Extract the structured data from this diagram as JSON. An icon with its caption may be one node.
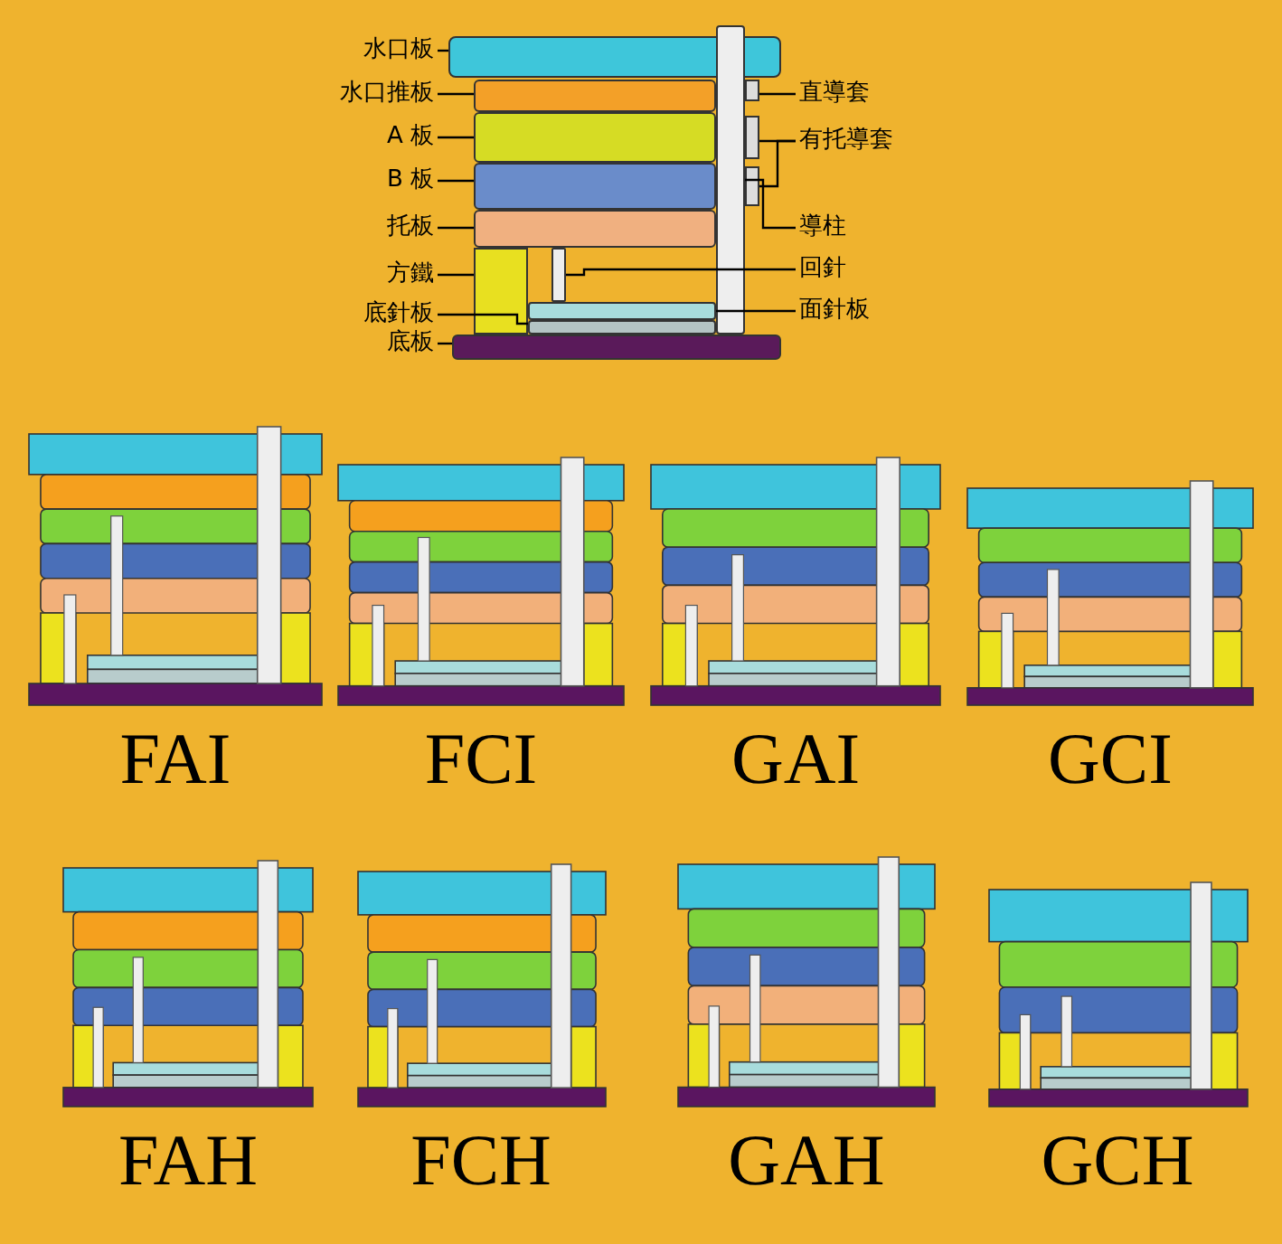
{
  "diagram": {
    "nodes": [
      {
        "text": [
          "水口板"
        ]
      },
      {
        "text": [
          "水口推板"
        ]
      },
      {
        "text": [
          "A 板"
        ]
      },
      {
        "text": [
          "B 板"
        ]
      },
      {
        "text": [
          "托板"
        ]
      },
      {
        "text": [
          "方鐵"
        ]
      },
      {
        "text": [
          "底針板"
        ]
      },
      {
        "text": [
          "底板"
        ]
      },
      {
        "text": [
          "直導套"
        ]
      },
      {
        "text": [
          "有托導套"
        ]
      },
      {
        "text": [
          "導柱"
        ]
      },
      {
        "text": [
          "回針"
        ]
      },
      {
        "text": [
          "面針板"
        ]
      },
      {
        "text": [],
        "shape": "bar"
      },
      {
        "text": [],
        "shape": "bar"
      },
      {
        "text": [],
        "shape": "bar"
      },
      {
        "text": [],
        "shape": "bar"
      },
      {
        "text": [],
        "shape": "bar"
      },
      {
        "text": [],
        "shape": "box"
      },
      {
        "text": [],
        "shape": "bar"
      },
      {
        "text": [],
        "shape": "bar"
      },
      {
        "text": [],
        "shape": "box"
      },
      {
        "text": [],
        "shape": "box"
      },
      {
        "text": [],
        "shape": "box"
      },
      {
        "text": [],
        "shape": "bar"
      },
      {
        "text": [],
        "shape": "bar"
      },
      {
        "text": [],
        "shape": "bar"
      }
    ],
    "edges": [
      {
        "from": 0,
        "to": 13,
        "arrow": "none"
      },
      {
        "from": 1,
        "to": 14,
        "arrow": "none"
      },
      {
        "from": 2,
        "to": 15,
        "arrow": "none"
      },
      {
        "from": 3,
        "to": 16,
        "arrow": "none"
      },
      {
        "from": 4,
        "to": 17,
        "arrow": "none"
      },
      {
        "from": 5,
        "to": 18,
        "arrow": "none"
      },
      {
        "from": 6,
        "to": 19,
        "arrow": "none"
      },
      {
        "from": 7,
        "to": 20,
        "arrow": "none"
      },
      {
        "from": 8,
        "to": 21,
        "arrow": "none"
      },
      {
        "from": 9,
        "to": 22,
        "arrow": "none"
      },
      {
        "from": 9,
        "to": 23,
        "arrow": "none"
      },
      {
        "from": 10,
        "to": 24,
        "arrow": "none"
      },
      {
        "from": 11,
        "to": 25,
        "arrow": "none"
      },
      {
        "from": 12,
        "to": 26,
        "arrow": "none"
      }
    ],
    "labels": [
      "FAI",
      "FCI",
      "GAI",
      "GCI",
      "FAH",
      "FCH",
      "GAH",
      "GCH"
    ]
  }
}
